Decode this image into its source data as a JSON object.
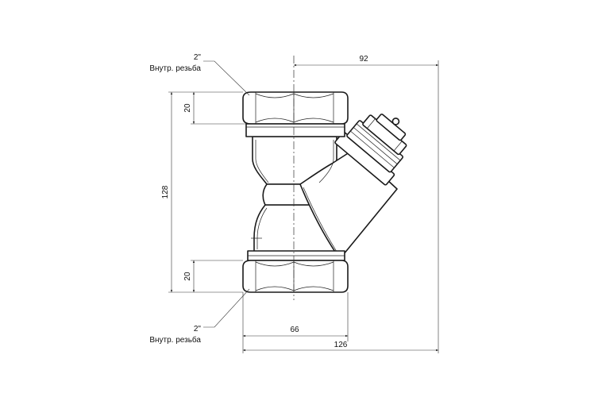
{
  "callouts": {
    "top": {
      "size": "2\"",
      "label": "Внутр. резьба"
    },
    "bottom": {
      "size": "2\"",
      "label": "Внутр. резьба"
    }
  },
  "dimensions": {
    "top_width": "92",
    "overall_height": "128",
    "top_nut_height": "20",
    "bottom_nut_height": "20",
    "nut_width": "66",
    "overall_width": "126"
  }
}
